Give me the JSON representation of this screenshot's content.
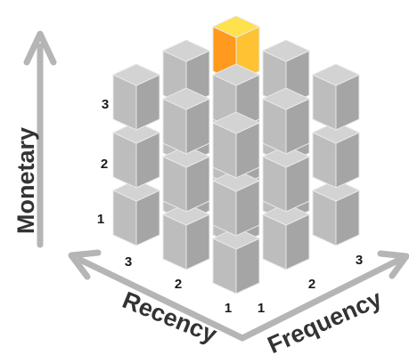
{
  "axes": {
    "monetary": {
      "label": "Monetary",
      "ticks": [
        "1",
        "2",
        "3"
      ]
    },
    "recency": {
      "label": "Recency",
      "ticks": [
        "1",
        "2",
        "3"
      ]
    },
    "frequency": {
      "label": "Frequency",
      "ticks": [
        "1",
        "2",
        "3"
      ]
    }
  },
  "cube": {
    "size": 3,
    "highlighted_cell": {
      "recency": 3,
      "frequency": 3,
      "monetary": 3
    }
  },
  "colors": {
    "cube_top": "#d3d3d3",
    "cube_left": "#bdbdbd",
    "cube_right": "#a5a5a5",
    "highlight_top": "#ffe04d",
    "highlight_left": "#ff9a1f",
    "highlight_right": "#ffc233",
    "arrow": "#b5b5b5"
  }
}
